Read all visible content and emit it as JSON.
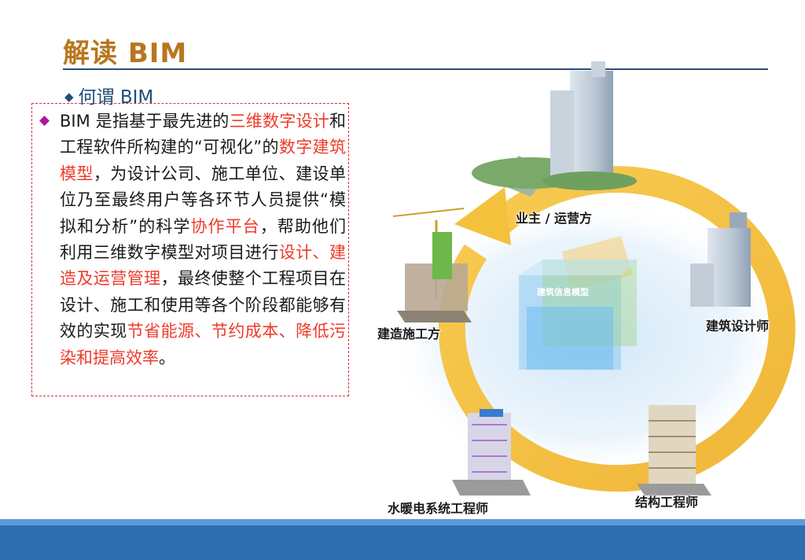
{
  "slide": {
    "title": "解读 BIM",
    "subtitle": "何谓 BIM",
    "bullet_icon": "diamond-bullet-icon",
    "paragraph": [
      {
        "text": "BIM 是指基于最先进的",
        "highlight": false
      },
      {
        "text": "三维数字设计",
        "highlight": true
      },
      {
        "text": "和工程软件所构建的“可视化”的",
        "highlight": false
      },
      {
        "text": "数字建筑模型",
        "highlight": true
      },
      {
        "text": "，为设计公司、施工单位、建设单位乃至最终用户等各环节人员提供“模拟和分析”的科学",
        "highlight": false
      },
      {
        "text": "协作平台",
        "highlight": true
      },
      {
        "text": "，帮助他们利用三维数字模型对项目进行",
        "highlight": false
      },
      {
        "text": "设计、建造及运营管理",
        "highlight": true
      },
      {
        "text": "，最终使整个工程项目在设计、施工和使用等各个阶段都能够有效的实现",
        "highlight": false
      },
      {
        "text": "节省能源、节约成本、降低污染和提高效率",
        "highlight": true
      },
      {
        "text": "。",
        "highlight": false
      }
    ],
    "colors": {
      "title": "#b8761f",
      "highlight": "#ee3b2a",
      "rule": "#2e4d74",
      "footer": "#2f6db1",
      "bullet": "#b0179b"
    }
  },
  "diagram": {
    "center_label": "建筑信息模型",
    "roles": {
      "owner": "业主 / 运营方",
      "architect": "建筑设计师",
      "structural": "结构工程师",
      "mep": "水暖电系统工程师",
      "construction": "建造施工方"
    }
  }
}
